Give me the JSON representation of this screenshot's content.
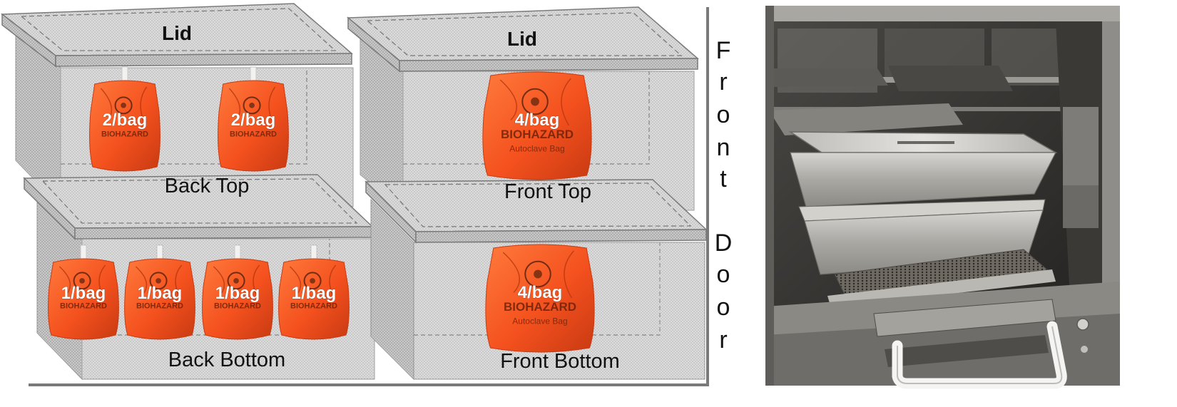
{
  "diagram": {
    "lid_label": "Lid",
    "door_letters": [
      "F",
      "r",
      "o",
      "n",
      "t",
      "D",
      "o",
      "o",
      "r"
    ],
    "bins": {
      "back_top": {
        "label": "Back Top",
        "bag_label": "2/bag",
        "bag_count": 2
      },
      "front_top": {
        "label": "Front Top",
        "bag_label": "4/bag",
        "bag_count": 1
      },
      "back_bottom": {
        "label": "Back Bottom",
        "bag_label": "1/bag",
        "bag_count": 4
      },
      "front_bottom": {
        "label": "Front Bottom",
        "bag_label": "4/bag",
        "bag_count": 1
      }
    },
    "bag_print": [
      "BIOHAZARD",
      "Autoclave Bag"
    ]
  },
  "colors": {
    "bag": "#f4511e",
    "bag_dark": "#c93a12",
    "bin_face": "#d9d9d9",
    "bin_side": "#c7c7c7",
    "lid_top": "#cfcfcf",
    "steel": "#b8b8b6"
  },
  "photo": {
    "subject": "autoclave chamber with stacked stainless steel pans"
  }
}
